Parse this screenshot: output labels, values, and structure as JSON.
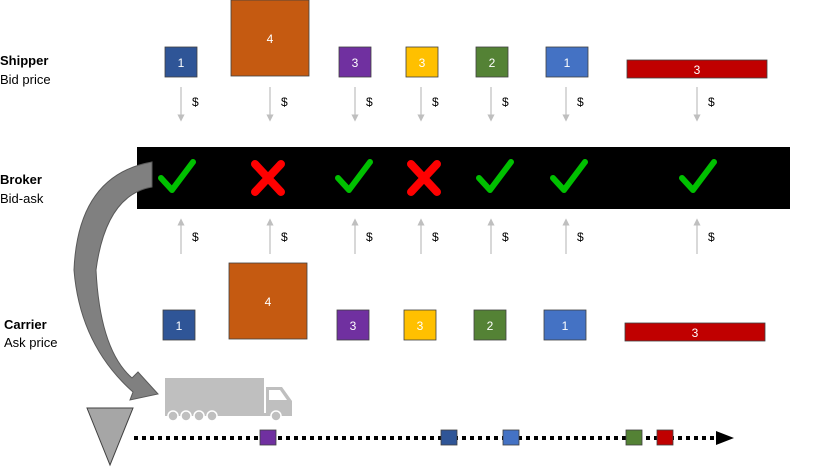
{
  "labels": {
    "shipper_title": "Shipper",
    "shipper_sub": "Bid price",
    "broker_title": "Broker",
    "broker_sub": "Bid-ask",
    "carrier_title": "Carrier",
    "carrier_sub": "Ask price"
  },
  "currency_symbol": "$",
  "colors": {
    "dark_blue": "#2f5597",
    "orange": "#c55a11",
    "purple": "#7030a0",
    "gold": "#ffc000",
    "green": "#548235",
    "blue": "#4472c4",
    "red": "#c00000",
    "check": "#00c000",
    "cross": "#ff0000",
    "broker_bar": "#000000",
    "truck": "#bfbfbf",
    "curved_arrow": "#808080"
  },
  "shipper": {
    "items": [
      {
        "label": "1",
        "color": "#2f5597",
        "decision": "accept"
      },
      {
        "label": "4",
        "color": "#c55a11",
        "decision": "reject"
      },
      {
        "label": "3",
        "color": "#7030a0",
        "decision": "accept"
      },
      {
        "label": "3",
        "color": "#ffc000",
        "decision": "reject"
      },
      {
        "label": "2",
        "color": "#548235",
        "decision": "accept"
      },
      {
        "label": "1",
        "color": "#4472c4",
        "decision": "accept"
      },
      {
        "label": "3",
        "color": "#c00000",
        "decision": "accept"
      }
    ]
  },
  "carrier": {
    "items": [
      {
        "label": "1",
        "color": "#2f5597"
      },
      {
        "label": "4",
        "color": "#c55a11"
      },
      {
        "label": "3",
        "color": "#7030a0"
      },
      {
        "label": "3",
        "color": "#ffc000"
      },
      {
        "label": "2",
        "color": "#548235"
      },
      {
        "label": "1",
        "color": "#4472c4"
      },
      {
        "label": "3",
        "color": "#c00000"
      }
    ]
  },
  "timeline_markers": [
    {
      "color": "#7030a0"
    },
    {
      "color": "#2f5597"
    },
    {
      "color": "#4472c4"
    },
    {
      "color": "#548235"
    },
    {
      "color": "#c00000"
    }
  ]
}
